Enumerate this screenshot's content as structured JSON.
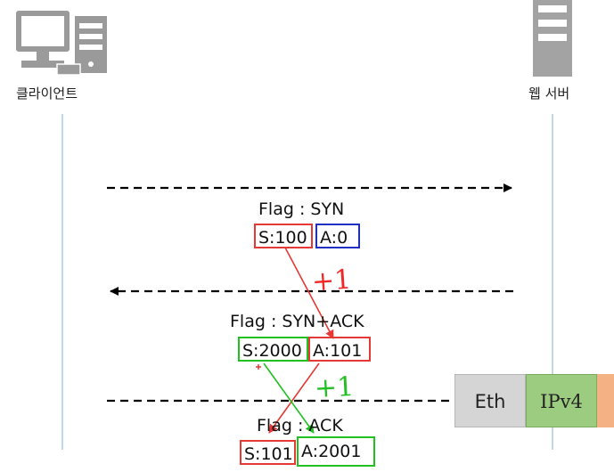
{
  "client": {
    "label": "클라이언트",
    "icon": "desktop-computer-icon"
  },
  "server": {
    "label": "웹 서버",
    "icon": "server-tower-icon"
  },
  "steps": [
    {
      "flag": "Flag : SYN",
      "seq": "S:100",
      "ack": "A:0"
    },
    {
      "flag": "Flag : SYN+ACK",
      "seq": "S:2000",
      "ack": "A:101"
    },
    {
      "flag": "Flag : ACK",
      "seq": "S:101",
      "ack": "A:2001"
    }
  ],
  "annotations": {
    "plus_one_red": "+1",
    "plus_one_green": "+1"
  },
  "protocol_stack": [
    {
      "label": "Eth",
      "color": "#d5d5d5"
    },
    {
      "label": "IPv4",
      "color": "#9ccc7f"
    },
    {
      "label": "",
      "color": "#f4b183"
    }
  ],
  "colors": {
    "seq_box": "#e53935",
    "ack_box_first": "#2030c0",
    "highlight": "#22c022",
    "lifeline": "#a9cce3"
  }
}
